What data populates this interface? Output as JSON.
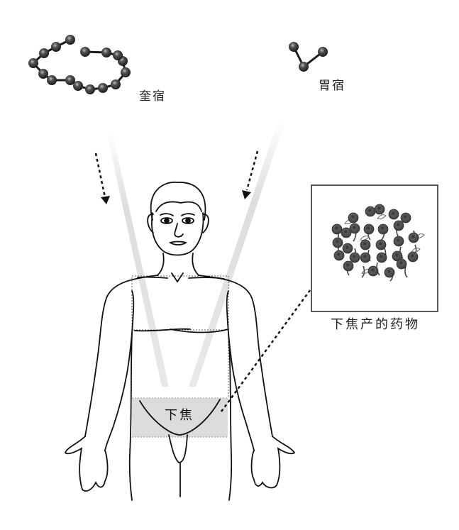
{
  "labels": {
    "constellation_left": "奎宿",
    "constellation_right": "胃宿",
    "inset_caption": "下焦产的药物",
    "region_label": "下焦"
  },
  "colors": {
    "background": "#ffffff",
    "line": "#111111",
    "star": "#3a3a3a",
    "region_fill": "#dcdcdc",
    "beam": "#d8d8d8"
  }
}
